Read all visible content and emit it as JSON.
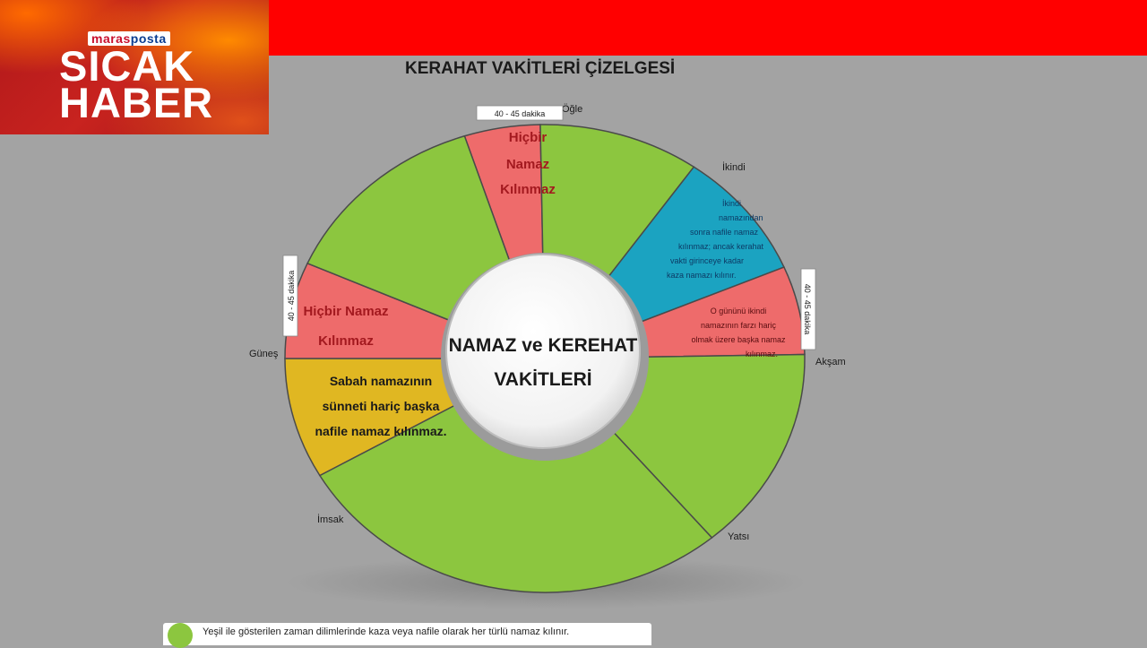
{
  "header": {
    "brand_part1": "maras",
    "brand_part2": "posta",
    "line1": "SICAK",
    "line2": "HABER"
  },
  "title": "KERAHAT VAKİTLERİ ÇİZELGESİ",
  "center": {
    "line1": "NAMAZ ve KEREHAT",
    "line2": "VAKİTLERİ"
  },
  "time_labels": {
    "ogle": "Öğle",
    "ikindi": "İkindi",
    "aksam": "Akşam",
    "yatsi": "Yatsı",
    "imsak": "İmsak",
    "gunes": "Güneş"
  },
  "duration_labels": [
    "40 - 45 dakika",
    "40 - 45 dakika",
    "40 - 45 dakika"
  ],
  "segments": {
    "noon_red": [
      "Hiçbir",
      "Namaz",
      "Kılınmaz"
    ],
    "sunrise_red": [
      "Hiçbir Namaz",
      "Kılınmaz"
    ],
    "ikindi_blue": [
      "İkindi",
      "namazından",
      "sonra nafile namaz",
      "kılınmaz; ancak kerahat",
      "vakti girinceye kadar",
      "kaza namazı kılınır."
    ],
    "aksam_red": [
      "O gününü ikindi",
      "namazının farzı hariç",
      "olmak üzere başka namaz",
      "kılınmaz."
    ],
    "sabah_yellow": [
      "Sabah namazının",
      "sünneti hariç başka",
      "nafile namaz kılınmaz."
    ]
  },
  "legend": "Yeşil ile gösterilen zaman dilimlerinde kaza veya nafile olarak her türlü namaz kılınır.",
  "colors": {
    "green": "#8cc63f",
    "red": "#ee6b6b",
    "blue": "#1ba3c1",
    "yellow": "#e0b722",
    "header_red": "#ff0000"
  }
}
